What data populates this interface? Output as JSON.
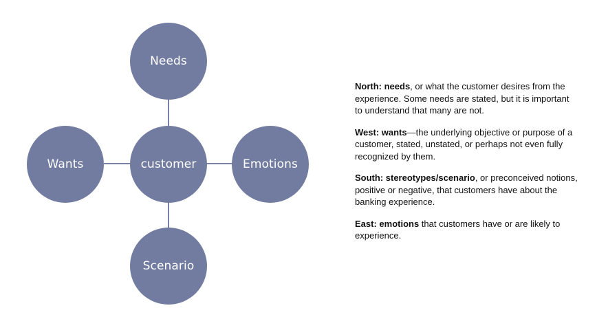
{
  "diagram": {
    "nodes": {
      "needs": "Needs",
      "center": "customer",
      "wants": "Wants",
      "emotions": "Emotions",
      "scenario": "Scenario"
    },
    "colors": {
      "node_fill": "#727ca0",
      "connector": "#7a81a5",
      "node_text": "#ffffff"
    }
  },
  "notes": [
    {
      "lead": "North: needs",
      "text": ", or what the customer desires from the experience. Some needs are stated, but it is important to understand that many are not."
    },
    {
      "lead": "West: wants",
      "text": "—the underlying objective or purpose of a customer, stated, unstated, or perhaps not even fully recognized by them."
    },
    {
      "lead": "South: stereotypes/scenario",
      "text": ", or preconceived notions, positive or negative, that customers have about the banking experience."
    },
    {
      "lead": "East: emotions",
      "text": " that customers have or are likely to experience."
    }
  ]
}
